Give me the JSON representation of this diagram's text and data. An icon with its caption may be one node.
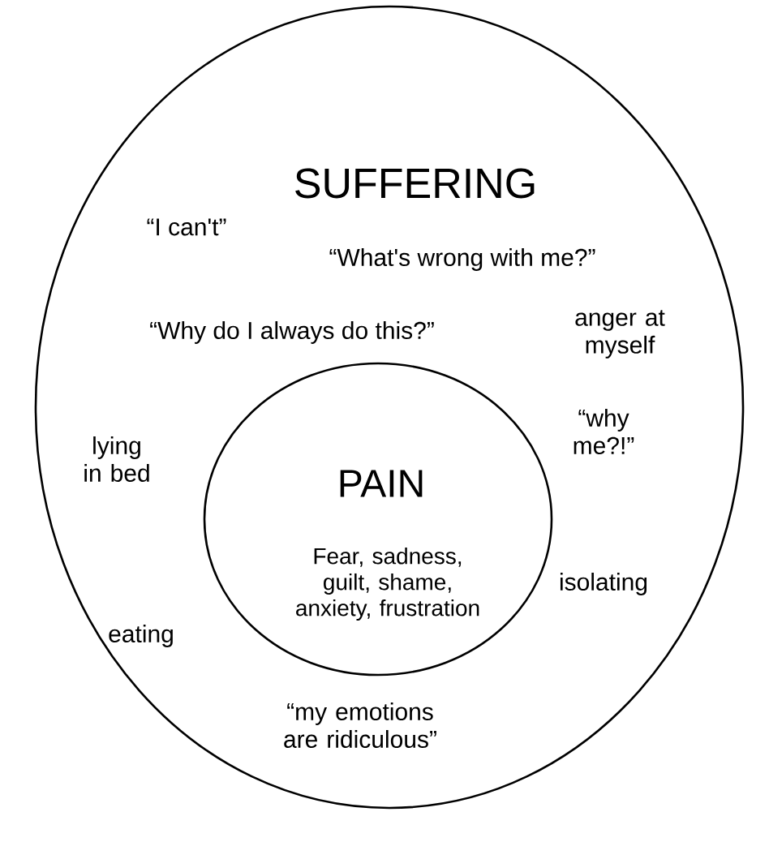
{
  "diagram": {
    "nodes": [
      {
        "text": [
          "SUFFERING"
        ]
      },
      {
        "text": [
          "PAIN",
          "Fear, sadness, guilt, shame, anxiety, frustration"
        ],
        "in": 0
      }
    ],
    "labels": [
      "“I can't”",
      "“What's wrong with me?”",
      "“Why do I always do this?”",
      "anger at myself",
      "lying in bed",
      "“why me?!”",
      "isolating",
      "eating",
      "“my emotions are ridiculous”"
    ]
  }
}
